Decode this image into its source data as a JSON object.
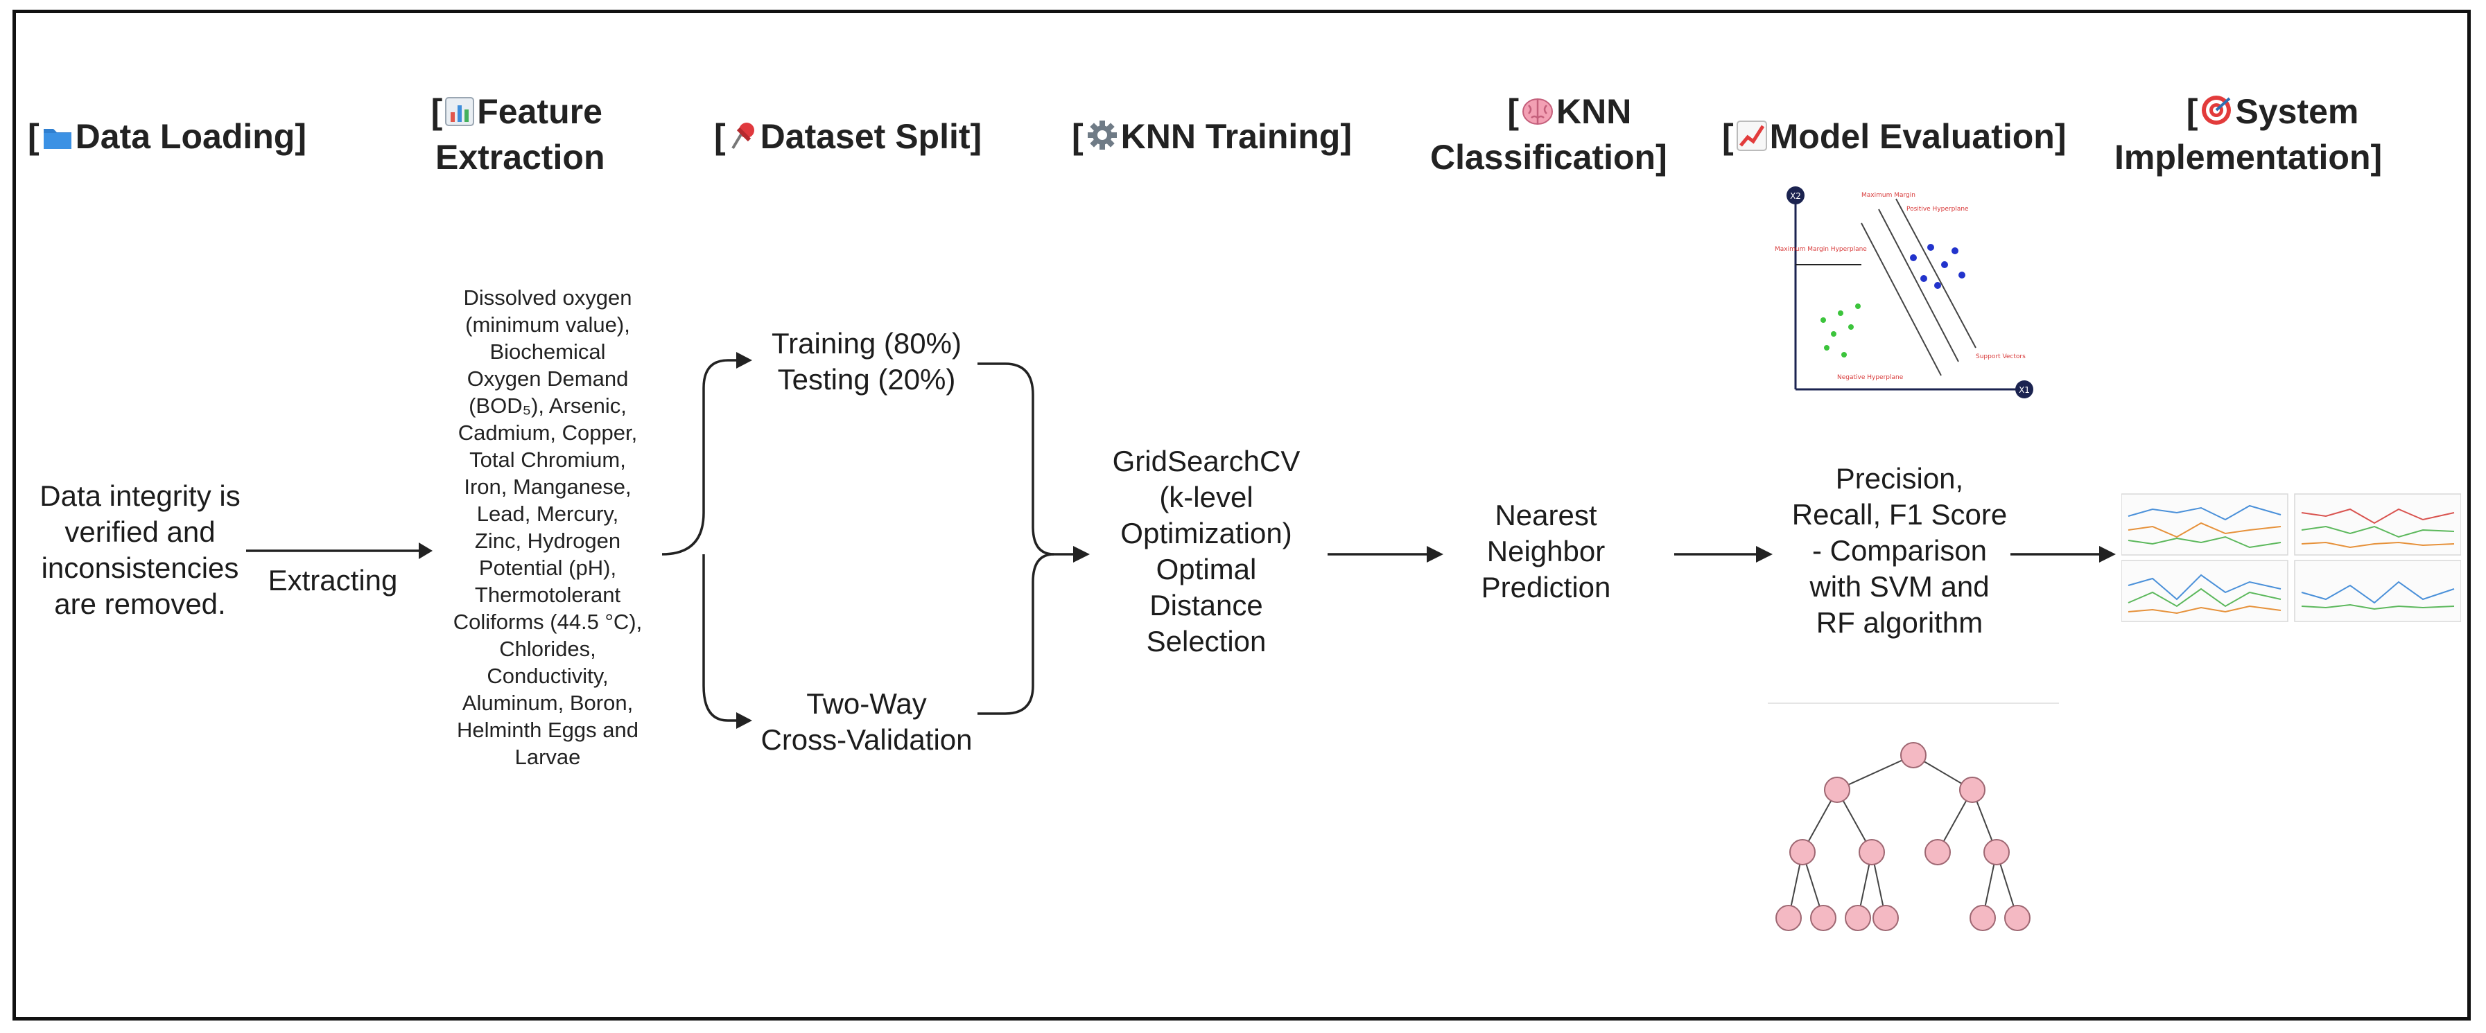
{
  "headers": [
    {
      "open": "[",
      "icon": "folder-icon",
      "label": "Data Loading",
      "close": "]"
    },
    {
      "open": "[",
      "icon": "bar-chart-icon",
      "label1": "Feature",
      "label2": "Extraction",
      "close": "]"
    },
    {
      "open": "[",
      "icon": "pushpin-icon",
      "label": "Dataset Split",
      "close": "]"
    },
    {
      "open": "[",
      "icon": "gear-icon",
      "label": "KNN Training",
      "close": "]"
    },
    {
      "open": "[",
      "icon": "brain-icon",
      "label1": "KNN",
      "label2": "Classification",
      "close": "]"
    },
    {
      "open": "[",
      "icon": "trend-chart-icon",
      "label": "Model Evaluation",
      "close": "]"
    },
    {
      "open": "[",
      "icon": "target-icon",
      "label1": "System",
      "label2": "Implementation",
      "close": "]"
    }
  ],
  "steps": {
    "data_loading": [
      "Data integrity is",
      "verified and",
      "inconsistencies",
      "are removed."
    ],
    "extracting": "Extracting",
    "features": [
      "Dissolved oxygen",
      "(minimum value),",
      "Biochemical",
      "Oxygen Demand",
      "(BOD₅), Arsenic,",
      "Cadmium, Copper,",
      "Total Chromium,",
      "Iron, Manganese,",
      "Lead, Mercury,",
      "Zinc, Hydrogen",
      "Potential (pH),",
      "Thermotolerant",
      "Coliforms (44.5 °C),",
      "Chlorides,",
      "Conductivity,",
      "Aluminum, Boron,",
      "Helminth Eggs and",
      "Larvae"
    ],
    "split_top": [
      "Training (80%)",
      "Testing (20%)"
    ],
    "split_bottom": [
      "Two-Way",
      "Cross-Validation"
    ],
    "training": [
      "GridSearchCV",
      "(k-level",
      "Optimization)",
      "Optimal",
      "Distance",
      "Selection"
    ],
    "classification": [
      "Nearest",
      "Neighbor",
      "Prediction"
    ],
    "evaluation": [
      "Precision,",
      "Recall, F1 Score",
      "- Comparison",
      "with SVM and",
      "RF algorithm"
    ]
  },
  "svm_plot": {
    "axis_y": "X2",
    "axis_x": "X1",
    "labels": [
      "Maximum Margin",
      "Positive Hyperplane",
      "Maximum Margin Hyperplane",
      "Negative Hyperplane",
      "Support Vectors"
    ]
  },
  "colors": {
    "accent_red": "#d83a3a",
    "node_pink": "#f4b9c3",
    "arrow": "#222222"
  }
}
